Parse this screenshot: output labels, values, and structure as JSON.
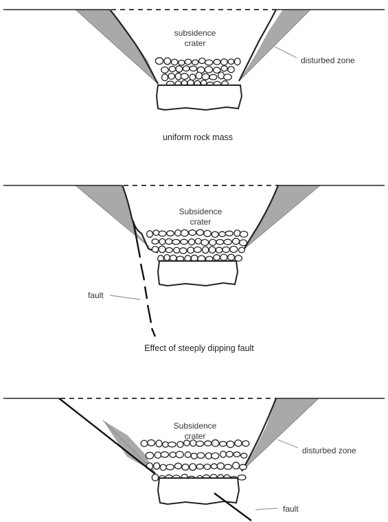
{
  "panels": [
    {
      "crater_label": "subsidence\ncrater",
      "zone_label": "disturbed zone",
      "caption": "uniform rock mass"
    },
    {
      "crater_label": "Subsidence\ncrater",
      "fault_label": "fault",
      "caption": "Effect of steeply dipping fault"
    },
    {
      "crater_label": "Subsidence\ncrater",
      "zone_label": "disturbed zone",
      "fault_label": "fault"
    }
  ],
  "colors": {
    "disturbed_zone": "#a9a9a9",
    "lines": "#222222"
  }
}
